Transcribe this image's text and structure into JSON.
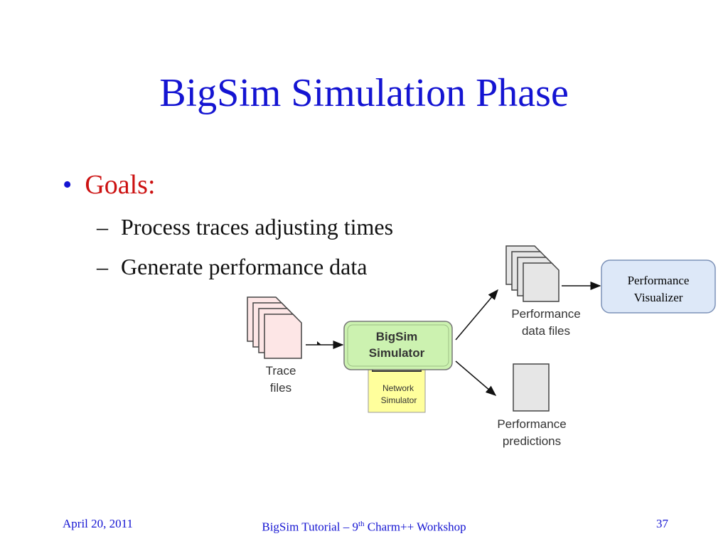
{
  "slide": {
    "title": "BigSim Simulation Phase",
    "bullet_glyph": "•",
    "goals_label": "Goals:",
    "dash_glyph": "–",
    "sub_items": [
      "Process traces adjusting times",
      "Generate performance data"
    ]
  },
  "diagram": {
    "trace_files_line1": "Trace",
    "trace_files_line2": "files",
    "simulator_line1": "BigSim",
    "simulator_line2": "Simulator",
    "network_line1": "Network",
    "network_line2": "Simulator",
    "perf_data_line1": "Performance",
    "perf_data_line2": "data files",
    "perf_pred_line1": "Performance",
    "perf_pred_line2": "predictions",
    "visualizer_line1": "Performance",
    "visualizer_line2": "Visualizer",
    "colors": {
      "trace_file_fill": "#fde6e6",
      "simulator_fill": "#ccf2b0",
      "network_fill": "#ffff9c",
      "data_file_fill": "#e6e6e6",
      "visualizer_fill": "#dde8f8",
      "visualizer_border": "#7d92b8"
    }
  },
  "footer": {
    "date": "April 20, 2011",
    "center_prefix": "BigSim Tutorial – 9",
    "center_sup": "th",
    "center_suffix": " Charm++ Workshop",
    "page_number": "37"
  }
}
